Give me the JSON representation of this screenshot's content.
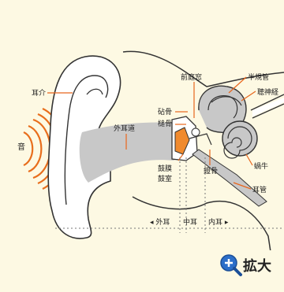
{
  "labels": {
    "sound": "音",
    "auricle": "耳介",
    "ear_canal": "外耳道",
    "vestibule": "前庭窓",
    "malleus": "砧骨",
    "incus": "槌骨",
    "eardrum": "鼓膜",
    "tympanic_cavity": "鼓室",
    "stapes": "鐙骨",
    "semicircular": "半規管",
    "nerve": "聴神経",
    "cochlea": "蝸牛",
    "eustachian": "耳管"
  },
  "regions": {
    "outer": "◂ 外耳",
    "middle": "中耳",
    "inner": "内耳 ▸"
  },
  "zoom": {
    "icon": "zoom-plus-icon",
    "label": "拡大"
  },
  "colors": {
    "background": "#fdf9e3",
    "sound_waves": "#e86e1c",
    "leader_lines": "#e8661c",
    "structure_fill": "#c8c8c8",
    "outline": "#333333",
    "zoom_accent": "#2c6fc9"
  }
}
